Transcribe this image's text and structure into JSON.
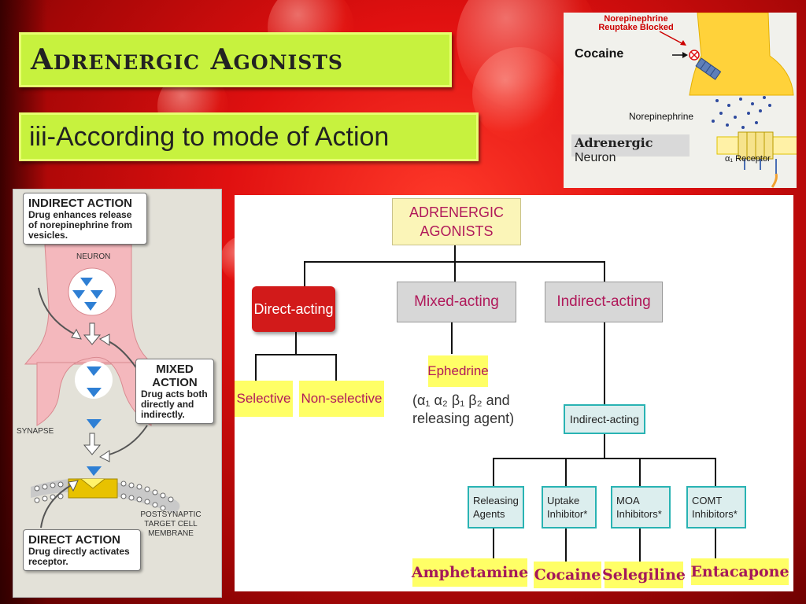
{
  "title": "Adrenergic Agonists",
  "subtitle": "iii-According to mode of Action",
  "cocaine_figure": {
    "blocked_label_line1": "Norepinephrine",
    "blocked_label_line2": "Reuptake Blocked",
    "cocaine_label": "Cocaine",
    "norepinephrine_label": "Norepinephrine",
    "neuron_label_line1": "Adrenergic",
    "neuron_label_line2": "Neuron",
    "receptor_label": "α₁ Receptor"
  },
  "neuron_figure": {
    "indirect_title": "INDIRECT ACTION",
    "indirect_text": "Drug enhances release of norepinephrine from vesicles.",
    "neuron_label": "NEURON",
    "mixed_title": "MIXED ACTION",
    "mixed_text": "Drug acts both directly and indirectly.",
    "synapse_label": "SYNAPSE",
    "membrane_label": "POSTSYNAPTIC TARGET CELL MEMBRANE",
    "direct_title": "DIRECT ACTION",
    "direct_text": "Drug directly activates receptor."
  },
  "flowchart": {
    "root_line1": "ADRENERGIC",
    "root_line2": "AGONISTS",
    "direct": "Direct-acting",
    "mixed": "Mixed-acting",
    "indirect": "Indirect-acting",
    "selective": "Selective",
    "non_selective": "Non-selective",
    "ephedrine": "Ephedrine",
    "ephedrine_desc_line1": "(α₁ α₂ β₁ β₂ and",
    "ephedrine_desc_line2": "releasing agent)",
    "indirect_sub": "Indirect-acting",
    "releasing_line1": "Releasing",
    "releasing_line2": "Agents",
    "uptake_line1": "Uptake",
    "uptake_line2": "Inhibitor*",
    "moa_line1": "MOA",
    "moa_line2": "Inhibitors*",
    "comt_line1": "COMT",
    "comt_line2": "Inhibitors*",
    "amphetamine": "Amphetamine",
    "cocaine": "Cocaine",
    "selegiline": "Selegiline",
    "entacapone": "Entacapone"
  },
  "colors": {
    "accent_green": "#c7f23e",
    "direct_red": "#d21a1a",
    "label_yellow": "#ffff66",
    "teal_border": "#29b3b3"
  }
}
